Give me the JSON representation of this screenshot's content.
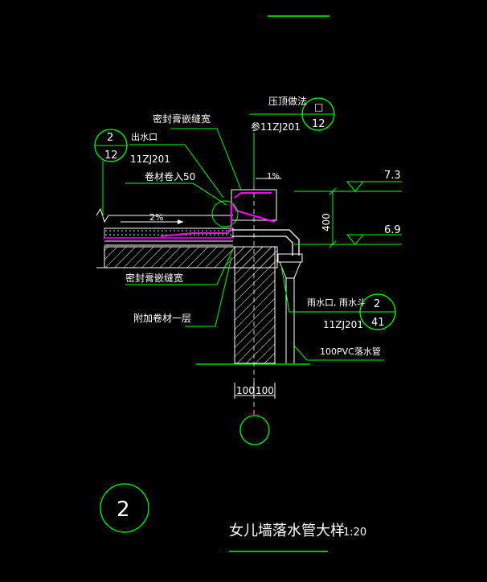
{
  "colors": {
    "background": "#000000",
    "green": "#00ff00",
    "white": "#ffffff",
    "magenta": "#ff00ff",
    "cyan": "#00ffff"
  },
  "labels": {
    "top_partial": "",
    "coping_method": "压顶做法",
    "ref_coping": "参11ZJ201",
    "bubble_coping_top": "□",
    "bubble_coping_bottom": "12",
    "sealant_top": "密封膏嵌缝宽",
    "outlet": "出水口",
    "bubble_outlet_top": "2",
    "bubble_outlet_bottom": "12",
    "ref_outlet": "11ZJ201",
    "membrane_in": "卷材卷入50",
    "slope_roof": "2%",
    "slope_coping": "1%",
    "elev_top": "7.3",
    "elev_bottom": "6.9",
    "height_dim": "400",
    "sealant_bottom": "密封膏嵌缝宽",
    "extra_membrane": "附加卷材一层",
    "rain_outlet": "雨水口, 雨水斗",
    "bubble_rain_top": "2",
    "bubble_rain_bottom": "41",
    "ref_rain": "11ZJ201",
    "pipe": "100PVC落水管",
    "wall_dim_left": "100",
    "wall_dim_right": "100",
    "detail_number": "2",
    "title": "女儿墙落水管大样",
    "scale": "1:20"
  }
}
